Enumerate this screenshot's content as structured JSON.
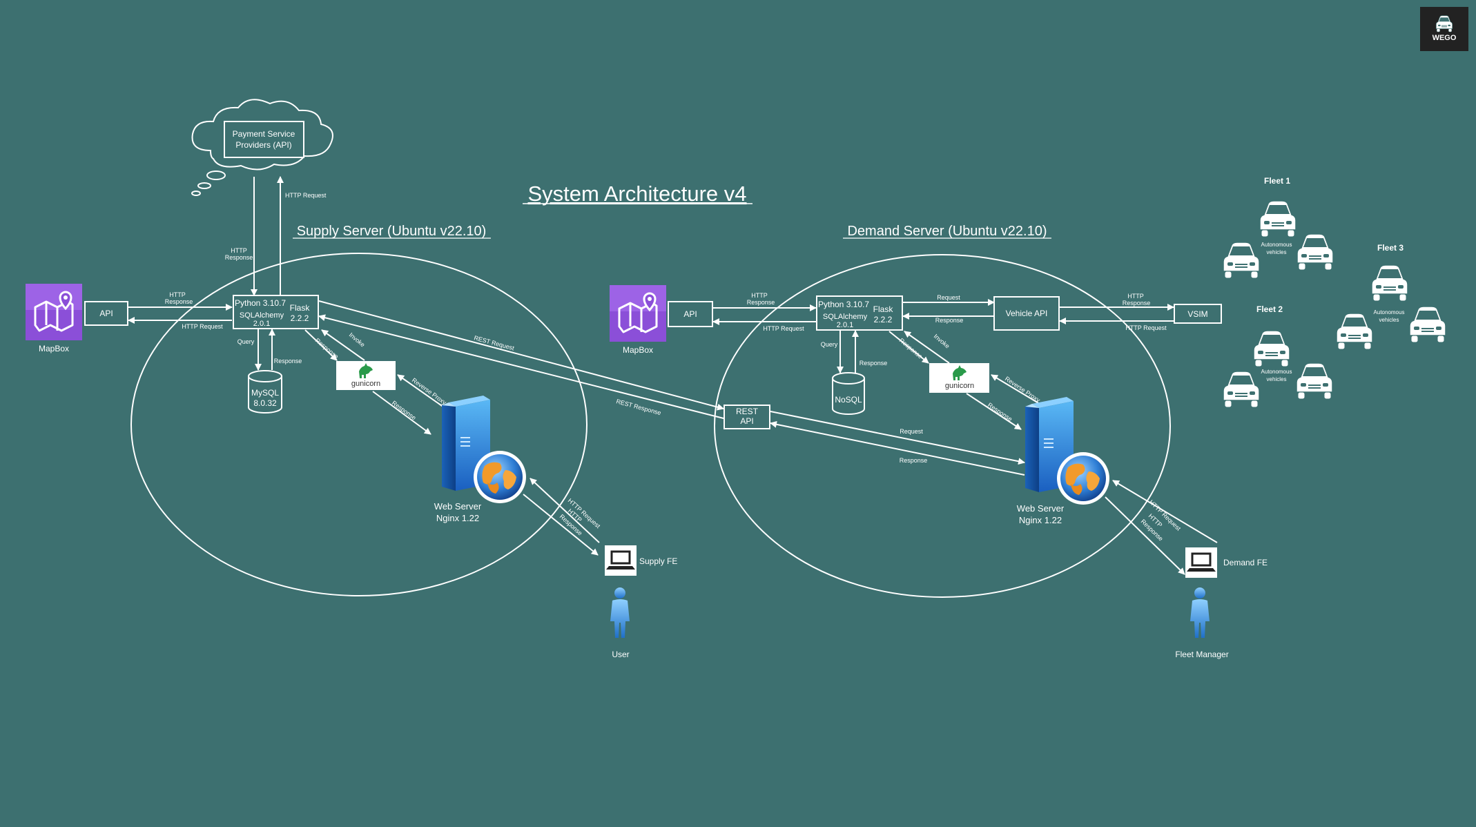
{
  "colors": {
    "background": "#3d7070",
    "foreground": "#ffffff",
    "mapbox": "#8b4fd8",
    "gunicorn": "#2a9a4a"
  },
  "logo": {
    "text": "WEGO",
    "icon": "car-icon"
  },
  "title": "System Architecture v4",
  "supply": {
    "heading": "Supply Server (Ubuntu v22.10)",
    "payment": [
      "Payment Service",
      "Providers (API)"
    ],
    "http_request": "HTTP Request",
    "http_response": [
      "HTTP",
      "Response"
    ],
    "mapbox": "MapBox",
    "api": "API",
    "map_http_response": [
      "HTTP",
      "Response"
    ],
    "map_http_request": "HTTP Request",
    "python": "Python 3.10.7",
    "sqlalchemy": [
      "SQLAlchemy",
      "2.0.1"
    ],
    "flask": [
      "Flask",
      "2.2.2"
    ],
    "query": "Query",
    "db_response": "Response",
    "db": [
      "MySQL",
      "8.0.32"
    ],
    "gunicorn": "gunicorn",
    "invoke": "Invoke",
    "g_response": "Response",
    "reverse_proxy": "Reverse Proxy",
    "w_response": "Response",
    "web_server": [
      "Web Server",
      "Nginx 1.22"
    ],
    "fe_http_request": "HTTP Request",
    "fe_http_response": [
      "HTTP",
      "Response"
    ],
    "fe": "Supply FE",
    "user": "User"
  },
  "rest": {
    "label": [
      "REST",
      "API"
    ],
    "rest_request": "REST Request",
    "rest_response": "REST Response",
    "request": "Request",
    "response": "Response"
  },
  "demand": {
    "heading": "Demand Server (Ubuntu v22.10)",
    "mapbox": "MapBox",
    "api": "API",
    "map_http_response": [
      "HTTP",
      "Response"
    ],
    "map_http_request": "HTTP Request",
    "python": "Python 3.10.7",
    "sqlalchemy": [
      "SQLAlchemy",
      "2.0.1"
    ],
    "flask": [
      "Flask",
      "2.2.2"
    ],
    "query": "Query",
    "db_response": "Response",
    "db": "NoSQL",
    "gunicorn": "gunicorn",
    "invoke": "Invoke",
    "g_response": "Response",
    "reverse_proxy": "Reverse Proxy",
    "w_response": "Response",
    "web_server": [
      "Web Server",
      "Nginx 1.22"
    ],
    "vehicle_api": "Vehicle API",
    "va_request": "Request",
    "va_response": "Response",
    "vsim": "VSIM",
    "vsim_http_response": [
      "HTTP",
      "Response"
    ],
    "vsim_http_request": "HTTP Request",
    "fe_http_request": "HTTP Request",
    "fe_http_response": [
      "HTTP",
      "Response"
    ],
    "fe": "Demand FE",
    "user": "Fleet Manager"
  },
  "fleets": [
    {
      "name": "Fleet 1",
      "caption": [
        "Autonomous",
        "vehicles"
      ]
    },
    {
      "name": "Fleet 2",
      "caption": [
        "Autonomous",
        "vehicles"
      ]
    },
    {
      "name": "Fleet 3",
      "caption": [
        "Autonomous",
        "vehicles"
      ]
    }
  ]
}
